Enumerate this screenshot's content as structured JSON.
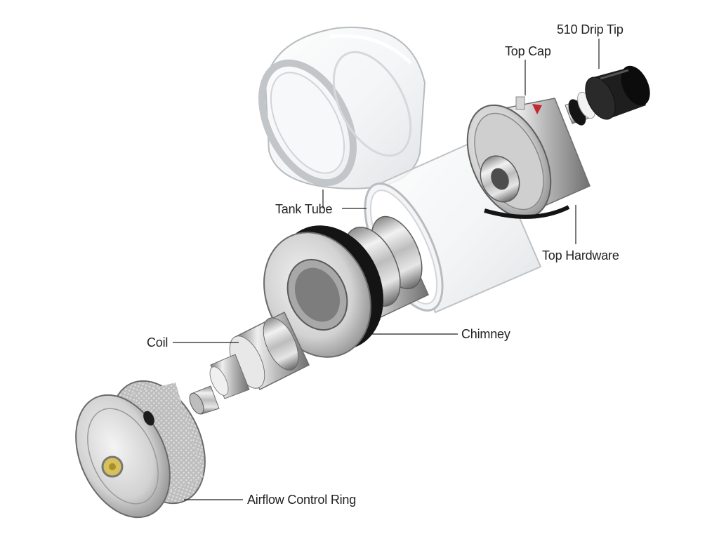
{
  "diagram": {
    "labels": {
      "drip_tip": "510 Drip Tip",
      "top_cap": "Top Cap",
      "tank_tube": "Tank Tube",
      "top_hardware": "Top Hardware",
      "chimney": "Chimney",
      "coil": "Coil",
      "airflow_ring": "Airflow Control Ring"
    },
    "colors": {
      "metal_light": "#e9e9e9",
      "metal_mid": "#b8b8b8",
      "metal_dark": "#6e6e6e",
      "glass_edge": "#b9bcbf",
      "oring": "#141414",
      "leader_line": "#222222",
      "brass": "#d8c15a",
      "red_marker": "#c6262e"
    }
  }
}
